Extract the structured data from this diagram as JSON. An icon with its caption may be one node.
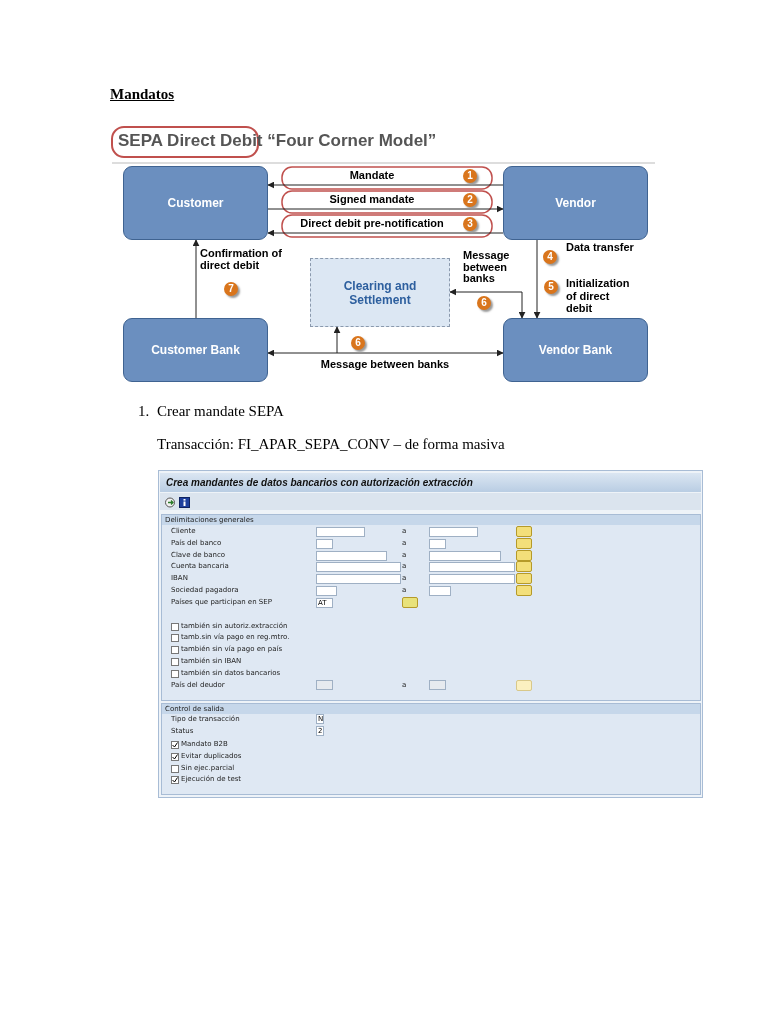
{
  "diagram": {
    "title": "SEPA Direct Debit “Four Corner Model”",
    "nodes": [
      {
        "text": [
          "Customer"
        ]
      },
      {
        "text": [
          "Vendor"
        ]
      },
      {
        "text": [
          "Clearing and Settlement"
        ]
      },
      {
        "text": [
          "Customer Bank"
        ]
      },
      {
        "text": [
          "Vendor Bank"
        ]
      }
    ],
    "edges": [
      {
        "from": 1,
        "to": 0,
        "arrow": "to",
        "label": "Mandate"
      },
      {
        "from": 0,
        "to": 1,
        "arrow": "to",
        "label": "Signed mandate"
      },
      {
        "from": 1,
        "to": 0,
        "arrow": "to",
        "label": "Direct debit pre-notification"
      },
      {
        "from": 1,
        "to": 4,
        "arrow": "to",
        "label": "Data transfer"
      },
      {
        "from": 4,
        "to": 2,
        "arrow": "both",
        "label": "Message between banks"
      },
      {
        "from": 3,
        "to": 4,
        "arrow": "both",
        "label": "Message between banks"
      },
      {
        "from": null,
        "to": 2,
        "arrow": "to"
      },
      {
        "from": 3,
        "to": 0,
        "arrow": "to",
        "label": "Confirmation of direct debit"
      }
    ],
    "labels": [
      "Mandatos",
      "1",
      "2",
      "3",
      "4",
      "7",
      "5",
      "Initialization of direct debit",
      "6",
      "6",
      "1.",
      "Crear mandate SEPA",
      "Transacción: FI_APAR_SEPA_CONV – de forma masiva",
      "Crea mandantes de datos bancarios con autorización extracción",
      "Delimitaciones generales",
      "Cliente",
      "a",
      "País del banco",
      "a",
      "Clave de banco",
      "a",
      "Cuenta bancaria",
      "a",
      "IBAN",
      "a",
      "Sociedad pagadora",
      "a",
      "Países que participan en SEP",
      "AT",
      "también sin autoriz.extracción",
      "tamb.sin vía pago en reg.mtro.",
      "también sin vía pago en país",
      "también sin IBAN",
      "también sin datos bancarios",
      "País del deudor",
      "a",
      "Control de salida",
      "Tipo de transacción",
      "N",
      "Status",
      "2",
      "Mandato B2B",
      "Evitar duplicados",
      "Sin ejec.parcial",
      "Ejecución de test"
    ]
  }
}
